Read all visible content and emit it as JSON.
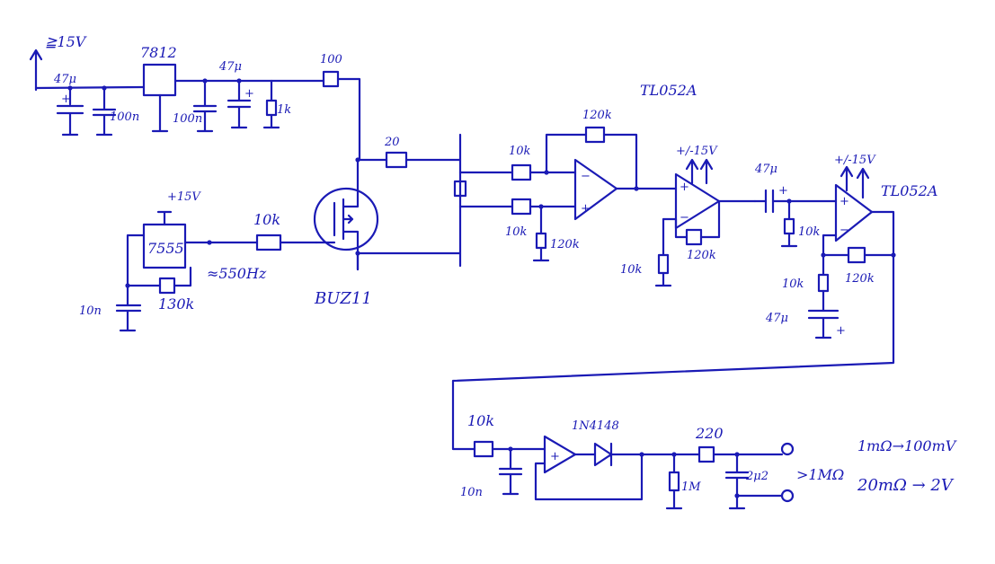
{
  "supply": {
    "vin": "≧15V",
    "regulator": "7812",
    "c_in": "47μ",
    "c_in2": "100n",
    "c_out1": "100n",
    "c_out2": "47μ",
    "r_load": "1k",
    "r_series": "100"
  },
  "oscillator": {
    "supply": "+15V",
    "timer": "7555",
    "r_timing": "130k",
    "c_timing": "10n",
    "freq": "≈550Hz",
    "r_gate": "10k"
  },
  "switch": {
    "mosfet": "BUZ11",
    "r_drain": "20"
  },
  "amp1": {
    "r_in_top": "10k",
    "r_in_bot": "10k",
    "r_fb": "120k",
    "r_gnd": "120k",
    "opamp_label": "TL052A"
  },
  "amp2": {
    "supply": "+/-15V",
    "r_gnd": "10k",
    "r_fb": "120k"
  },
  "coupling": {
    "c": "47μ"
  },
  "amp3": {
    "supply": "+/-15V",
    "r_bias": "10k",
    "opamp_label": "TL052A",
    "r_fb": "120k",
    "r_gnd": "10k",
    "c_gnd": "47μ"
  },
  "rectifier": {
    "r_in": "10k",
    "c_in": "10n",
    "diode": "1N4148",
    "r_load": "1M",
    "r_out": "220",
    "c_out": "2μ2",
    "load": ">1MΩ"
  },
  "notes": {
    "line1": "1mΩ→100mV",
    "line2": "20mΩ → 2V"
  }
}
